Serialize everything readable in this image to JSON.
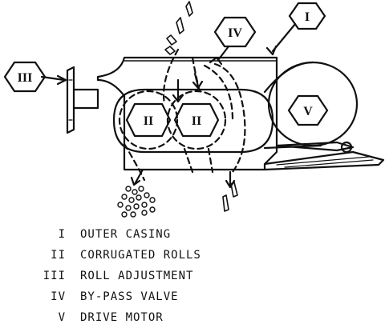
{
  "callouts": {
    "outer_casing": "I",
    "corrugated_rolls": "II",
    "roll_adjustment": "III",
    "bypass_valve": "IV",
    "drive_motor": "V"
  },
  "legend": [
    {
      "numeral": "I",
      "label": "OUTER CASING"
    },
    {
      "numeral": "II",
      "label": "CORRUGATED ROLLS"
    },
    {
      "numeral": "III",
      "label": "ROLL ADJUSTMENT"
    },
    {
      "numeral": "IV",
      "label": "BY-PASS VALVE"
    },
    {
      "numeral": "V",
      "label": "DRIVE MOTOR"
    }
  ]
}
